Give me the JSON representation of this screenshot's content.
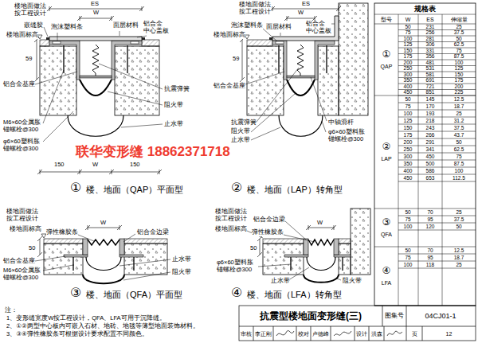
{
  "diagram": {
    "title": "抗震型楼地面变形缝(三)",
    "labels": [
      "楼地面做法 按工程设计",
      "ES",
      "W",
      "嵌缝胶",
      "泡沫塑料条",
      "面层材料",
      "铝合金 中心盖板",
      "楼地面标高",
      "59",
      "铝合金基座",
      "抗震弹簧",
      "阻火带",
      "止水带",
      "M6×60金属胀 锚螺栓@300",
      "φ6×60塑料胀 锚螺栓@300",
      "150",
      "W",
      "150",
      "①",
      "楼、地面（QAP）平面型",
      "楼地面做法 按工程设计",
      "ES",
      "W",
      "泡沫塑料条",
      "面层材料",
      "铝合金 中心盖板",
      "楼地面标高",
      "59",
      "铝合金基座",
      "抗震弹簧",
      "阻火带",
      "止水带",
      "中轴滑杆",
      "φ6×60塑料胀 锚螺栓@300",
      "②",
      "楼、地面（LAP）转角型",
      "楼地面做法 按工程设计",
      "W",
      "楼地面标高",
      "弹性橡胶条",
      "铝合金边梁",
      "50",
      "铝合金基座",
      "M6×60金属胀 锚螺栓@300",
      "止水带",
      "阻火带",
      "③",
      "楼、地面（QFA）平面型",
      "楼地面做法 按工程设计",
      "W",
      "楼地面标高",
      "铝合金边梁",
      "弹性橡胶条",
      "50",
      "φ6×60塑料胀 锚螺栓@300",
      "止水带",
      "阻火带",
      "④",
      "楼、地面（LFA）转角型",
      "联华变形缝 18862371718",
      "规格表",
      "型号",
      "W",
      "ES",
      "伸缩量",
      "①",
      "QAP",
      "50",
      "231",
      "25",
      "75",
      "256",
      "37.5",
      "100",
      "281",
      "50",
      "125",
      "306",
      "62.5",
      "150",
      "331",
      "75",
      "175",
      "356",
      "87.5",
      "200",
      "481",
      "100",
      "250",
      "531",
      "125",
      "300",
      "581",
      "150",
      "350",
      "691",
      "175",
      "400",
      "721",
      "200",
      "450",
      "851",
      "225",
      "②",
      "LAP",
      "50",
      "145",
      "12.5",
      "75",
      "170",
      "18.7",
      "100",
      "193",
      "25",
      "125",
      "218",
      "31.2",
      "150",
      "243",
      "37.5",
      "175",
      "266",
      "43.7",
      "200",
      "291",
      "50",
      "250",
      "341",
      "62.5",
      "300",
      "450",
      "75",
      "350",
      "500",
      "87.5",
      "400",
      "586",
      "100",
      "450",
      "653",
      "112.5",
      "③",
      "QFA",
      "50",
      "70",
      "25",
      "75",
      "95",
      "37.5",
      "100",
      "120",
      "50",
      "④",
      "LFA",
      "50",
      "70",
      "12.5",
      "75",
      "95",
      "18.7",
      "100",
      "118",
      "25",
      "注：",
      "1、变形缝宽度W按工程设计，QFA、LFA可用于沉降缝。",
      "2、①②两型中心板内可嵌入石材、地砖、地毯等薄型地面装饰材料。",
      "3、③④弹性橡胶条可根据设计要求配置不同颜色。",
      "图集号",
      "04CJ01-1",
      "审核",
      "李正刚",
      "校对",
      "卢德峰",
      "设计",
      "洪森",
      "页",
      "12"
    ]
  }
}
